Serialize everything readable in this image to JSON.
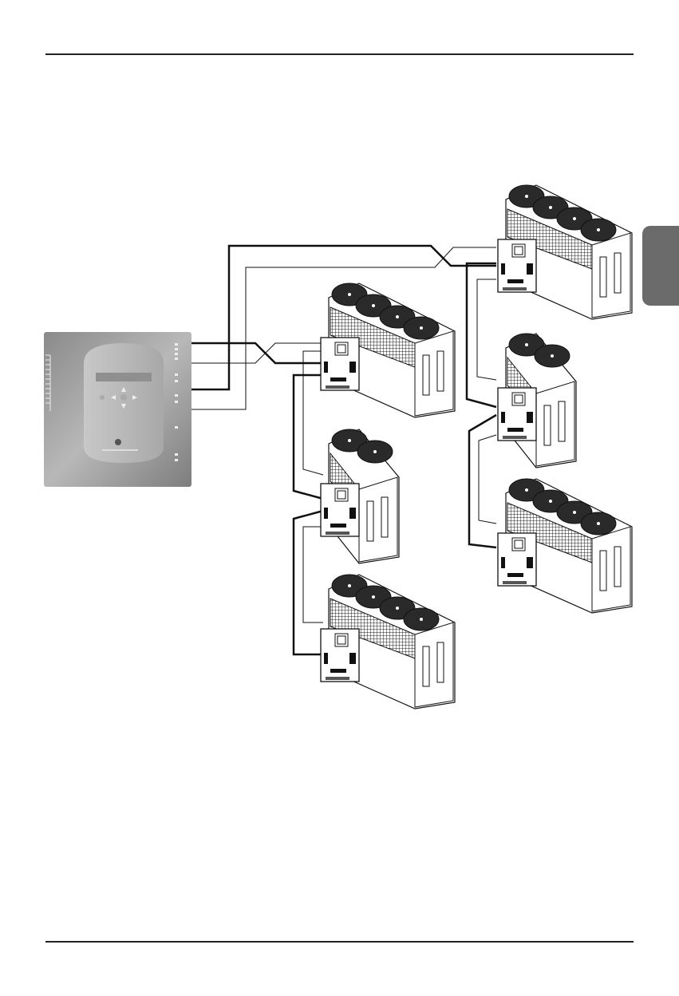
{
  "document": {
    "section_tab": {
      "color": "#6b6b6b"
    },
    "colors": {
      "rule": "#222222",
      "wire": "#111111",
      "controller_light": "#b4b4b4",
      "controller_dark": "#7a7a7a"
    }
  },
  "diagram": {
    "controller": {
      "type": "central-controller",
      "buttons": [
        "left",
        "up",
        "down",
        "right",
        "ok"
      ]
    },
    "outdoor_units": [
      {
        "id": "unit-top-right",
        "fans": 4
      },
      {
        "id": "unit-middle-left",
        "fans": 4
      },
      {
        "id": "unit-middle-right",
        "fans": 2
      },
      {
        "id": "unit-left-small",
        "fans": 2
      },
      {
        "id": "unit-right-bottom",
        "fans": 4
      },
      {
        "id": "unit-bottom",
        "fans": 4
      }
    ]
  }
}
